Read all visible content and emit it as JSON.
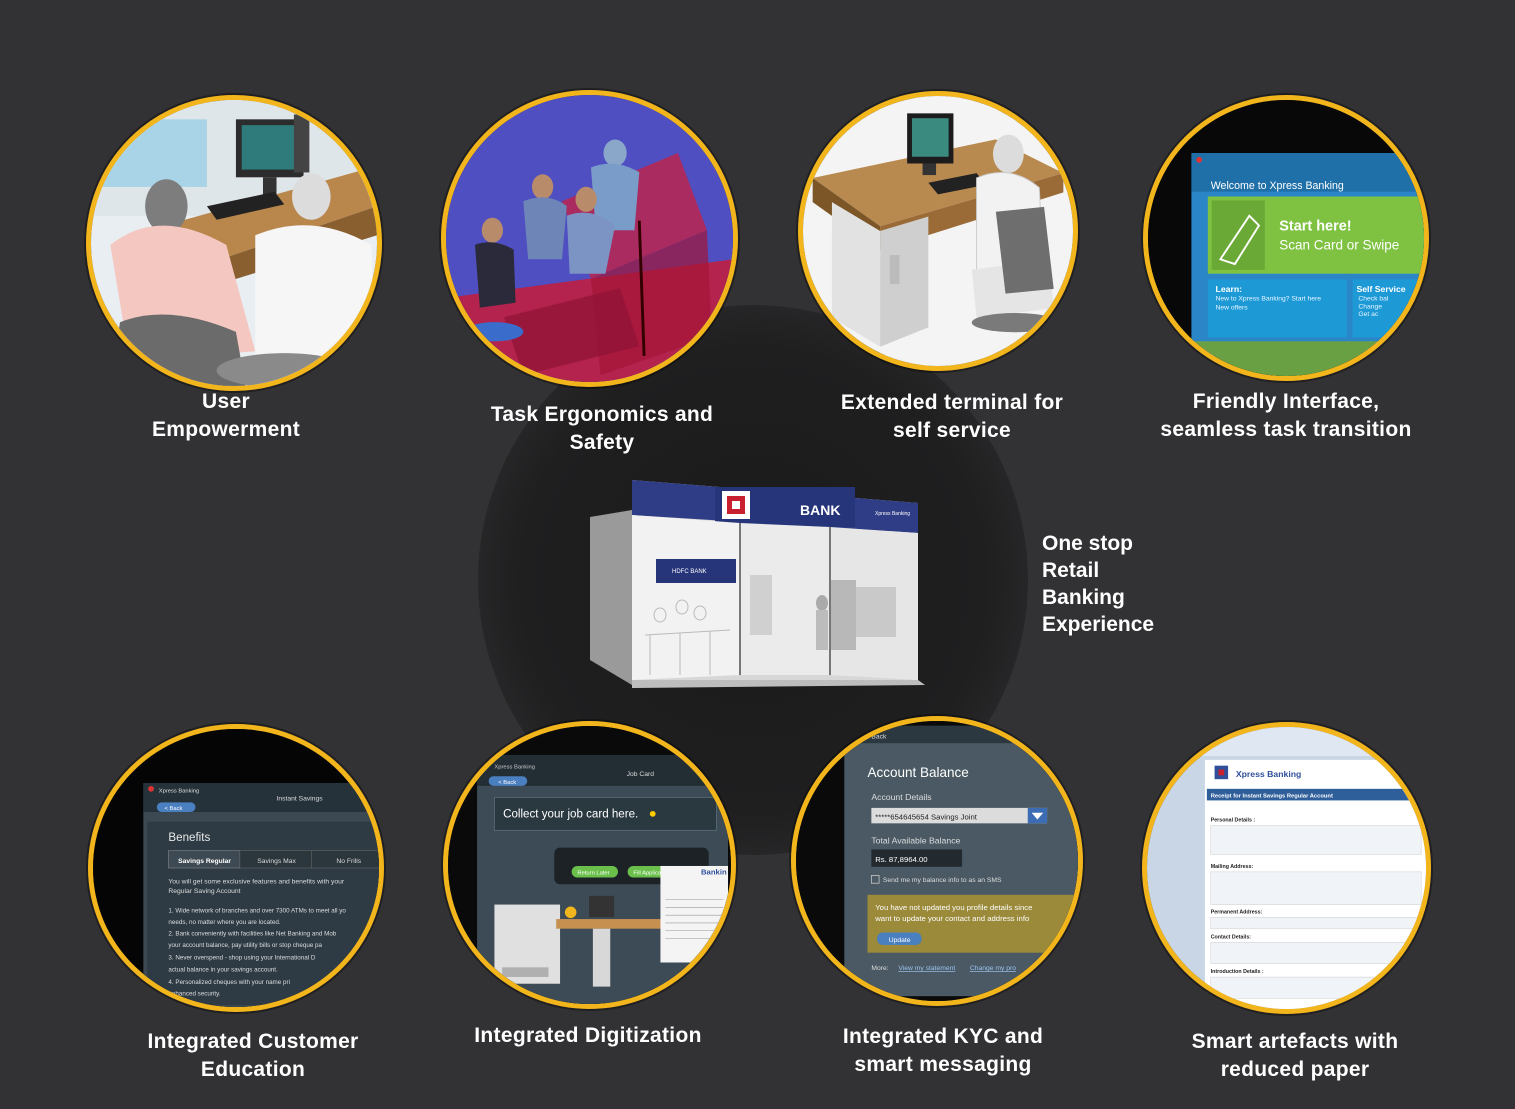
{
  "captions": {
    "user_empowerment": "User\nEmpowerment",
    "task_ergonomics": "Task Ergonomics  and\nSafety",
    "extended_terminal": "Extended terminal  for\nself service",
    "friendly_interface": "Friendly  Interface,\nseamless  task transition",
    "integrated_education": "Integrated  Customer\nEducation",
    "integrated_digitization": "Integrated  Digitization",
    "integrated_kyc": "Integrated  KYC and\nsmart messaging",
    "smart_artefacts": "Smart artefacts with\nreduced paper"
  },
  "center": {
    "caption": "One stop\nRetail\nBanking\nExperience",
    "bank_sign": "BANK",
    "brand_small": "Xpress Banking",
    "interior_sign": "HDFC BANK"
  },
  "welcome_screen": {
    "title": "Welcome to Xpress Banking",
    "start": "Start here!",
    "scan": "Scan Card or Swipe",
    "learn": "Learn:",
    "learn_item1": "New to Xpress Banking? Start here",
    "learn_item2": "New offers",
    "self_service": "Self Service",
    "ss_item1": "Check bal",
    "ss_item2": "Change",
    "ss_item3": "Get ac"
  },
  "education_screen": {
    "app": "Xpress Banking",
    "title": "Instant Savings",
    "back": "< Back",
    "heading": "Benefits",
    "tabs": [
      "Savings Regular",
      "Savings Max",
      "No Frills"
    ],
    "intro": "You will get some exclusive features and benefits with your",
    "intro2": "Regular Saving Account",
    "items": [
      "1.  Wide network of branches and over 7300 ATMs to meet all yo",
      "     needs, no matter where you are located.",
      "2.  Bank conveniently with facilities like Net Banking and Mob",
      "     your account balance, pay utility bills or stop cheque pa",
      "3.  Never overspend - shop using your International D",
      "     actual balance in your savings account.",
      "4.  Personalized cheques with your name pri",
      "     enhanced security."
    ]
  },
  "digitization_screen": {
    "app": "Xpress Banking",
    "back": "< Back",
    "title": "Job Card",
    "prompt": "Collect your job card here.",
    "return_later": "Return Later",
    "fill_now": "Fill Application Now",
    "bankin": "Bankin"
  },
  "kyc_screen": {
    "back": "Back",
    "title": "Account Balance",
    "details_label": "Account Details",
    "account": "*****654645654 Savings Joint",
    "balance_label": "Total Available Balance",
    "balance": "Rs. 87,8964.00",
    "sms": "Send me my balance info to as an SMS",
    "warning1": "You have not updated you profile details since",
    "warning2": "want to update your contact and address info",
    "update": "Update",
    "more": "More:",
    "view_statement": "View my statement",
    "change": "Change my pro"
  },
  "receipt_screen": {
    "brand": "Xpress Banking",
    "heading": "Receipt for Instant Savings Regular Account",
    "personal": "Personal Details :",
    "mailing": "Mailing Address:",
    "permanent": "Permanent Address:",
    "contact": "Contact Details:",
    "intro": "Introduction Details :"
  },
  "colors": {
    "ring": "#f2b51b",
    "background": "#323133"
  }
}
